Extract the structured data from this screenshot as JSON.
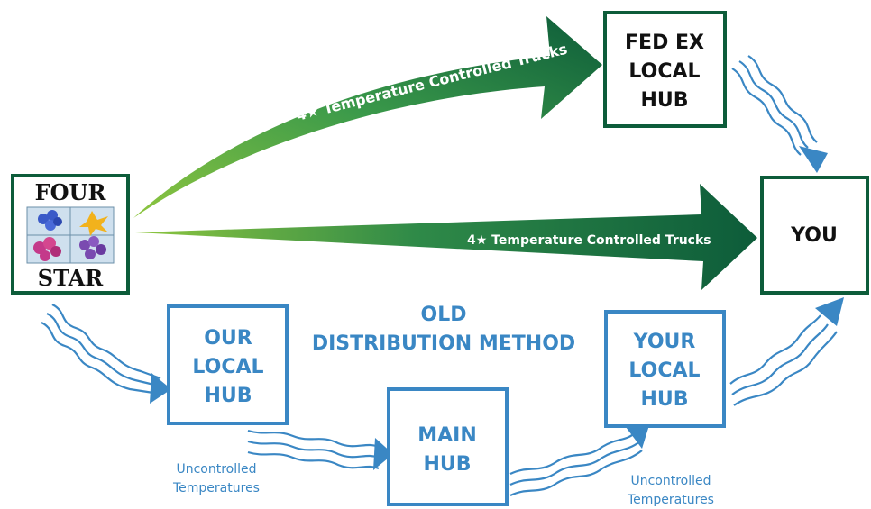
{
  "logo": {
    "line1": "FOUR",
    "line2": "STAR"
  },
  "arrows": {
    "top_label": "4★ Temperature Controlled Trucks",
    "middle_label": "4★ Temperature Controlled Trucks"
  },
  "boxes": {
    "fedex": [
      "FED EX",
      "LOCAL",
      "HUB"
    ],
    "you": "YOU",
    "our_local_hub": [
      "OUR",
      "LOCAL",
      "HUB"
    ],
    "main_hub": [
      "MAIN",
      "HUB"
    ],
    "your_local_hub": [
      "YOUR",
      "LOCAL",
      "HUB"
    ]
  },
  "old_method": [
    "OLD",
    "DISTRIBUTION METHOD"
  ],
  "uncontrolled_left": [
    "Uncontrolled",
    "Temperatures"
  ],
  "uncontrolled_right": [
    "Uncontrolled",
    "Temperatures"
  ],
  "colors": {
    "green_dark": "#0d5c3a",
    "green_light": "#8ec63f",
    "blue": "#3a87c4",
    "blue_text": "#3a87c4",
    "black": "#111111"
  }
}
